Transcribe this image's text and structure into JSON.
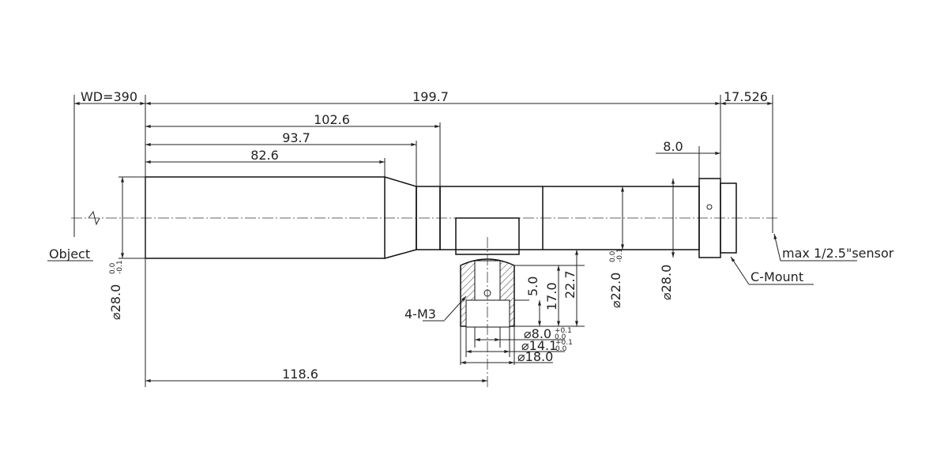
{
  "dims": {
    "wd": "WD=390",
    "total": "199.7",
    "back": "17.526",
    "d1026": "102.6",
    "d937": "93.7",
    "d826": "82.6",
    "d80": "8.0",
    "d1186": "118.6",
    "dia28_left": "⌀28.0",
    "dia28_left_tol_upper": "0.0",
    "dia28_left_tol_lower": "-0.1",
    "dia22": "⌀22.0",
    "dia22_tol_upper": "0.0",
    "dia22_tol_lower": "-0.1",
    "dia28_right": "⌀28.0",
    "h50": "5.0",
    "h170": "17.0",
    "h227": "22.7",
    "dia80": "⌀8.0",
    "dia80_tol_upper": "+0.1",
    "dia80_tol_lower": "0.0",
    "dia141": "⌀14.1",
    "dia141_tol_upper": "+0.1",
    "dia141_tol_lower": "0.0",
    "dia180": "⌀18.0"
  },
  "labels": {
    "object": "Object",
    "thread": "4-M3",
    "mount": "C-Mount",
    "sensor": "max 1/2.5\"sensor"
  }
}
